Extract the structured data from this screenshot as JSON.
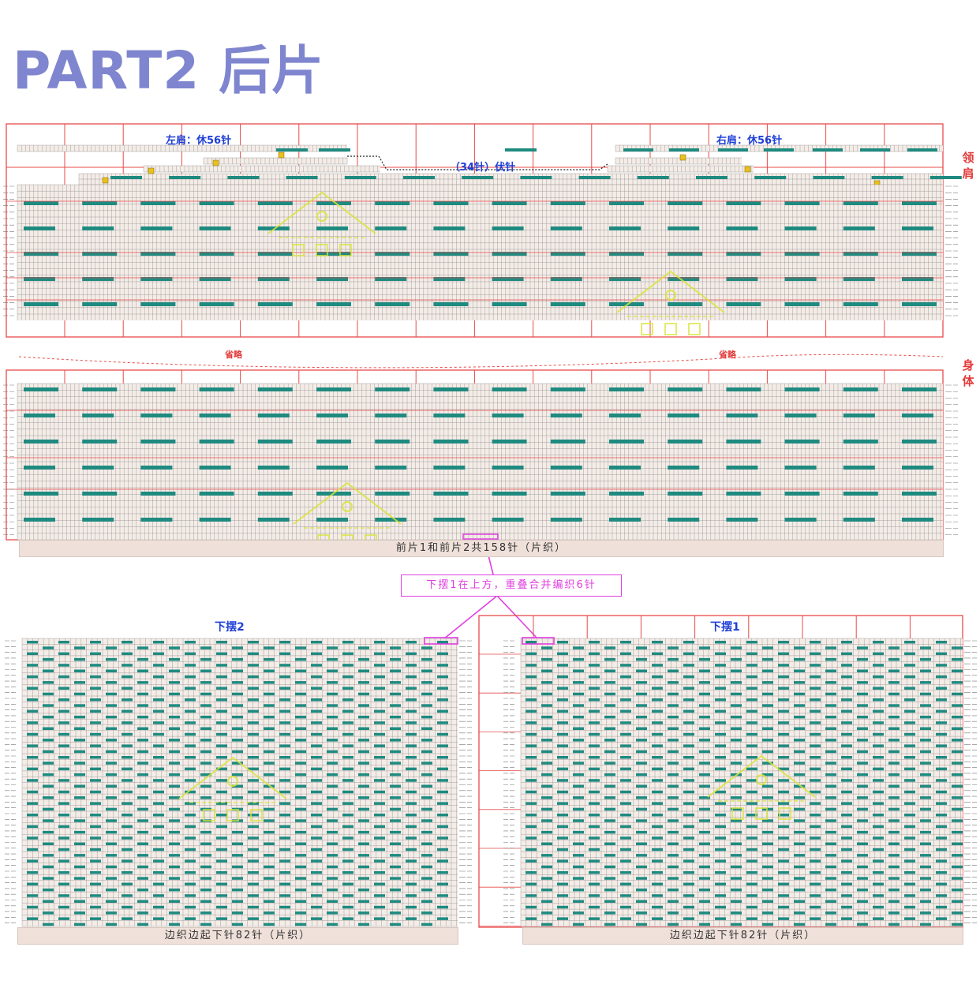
{
  "title": "PART2 后片",
  "top_chart": {
    "left_shoulder": "左肩：休56针",
    "right_shoulder": "右肩：休56针",
    "bind_off": "（34针）伏针",
    "omitted_left": "省略",
    "omitted_right": "省略",
    "side_neck_shoulder": "领肩",
    "side_body": "身体",
    "caption": "前片1和前片2共158针（片织）"
  },
  "callout": "下摆1在上方，重叠合并编织6针",
  "hem2": {
    "label": "下摆2",
    "caption": "边织边起下针82针（片织）"
  },
  "hem1": {
    "label": "下摆1",
    "caption": "边织边起下针82针（片织）"
  },
  "colors": {
    "title": "#7f86cf",
    "cell": "#f4ece7",
    "grid_line": "#8a8a8a",
    "teal": "#1f8a80",
    "red_frame": "#e84a4a",
    "magenta": "#e040e0",
    "watermark": "#d8e33a"
  }
}
